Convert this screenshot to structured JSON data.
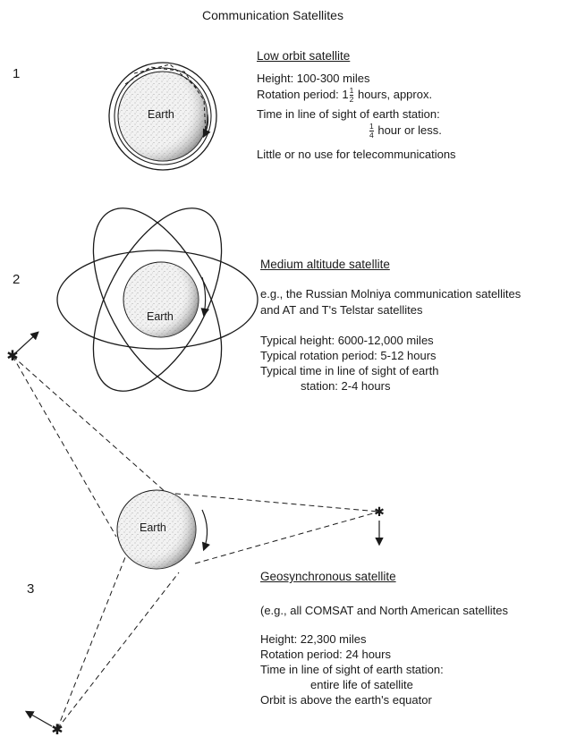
{
  "title": "Communication Satellites",
  "earth_label": "Earth",
  "sections": [
    {
      "number": "1",
      "heading": "Low orbit satellite",
      "lines": {
        "height": "Height: 100-300 miles",
        "rotation_prefix": "Rotation period: 1",
        "rotation_frac_num": "1",
        "rotation_frac_den": "2",
        "rotation_suffix": " hours, approx.",
        "los": "Time in line of sight of earth station:",
        "los_frac_num": "1",
        "los_frac_den": "4",
        "los_suffix": " hour or less.",
        "use": "Little or no use for telecommunications"
      }
    },
    {
      "number": "2",
      "heading": "Medium altitude satellite",
      "lines": [
        "e.g., the Russian Molniya communication satellites",
        "and AT and T's Telstar satellites",
        "Typical height: 6000-12,000 miles",
        "Typical rotation period: 5-12 hours",
        "Typical time in line of sight of earth",
        "station: 2-4 hours"
      ]
    },
    {
      "number": "3",
      "heading": "Geosynchronous satellite",
      "lines": [
        "(e.g., all COMSAT and North American satellites",
        "Height: 22,300 miles",
        "Rotation period: 24 hours",
        "Time in line of sight of earth station:",
        "entire life of satellite",
        "Orbit is above the earth's equator"
      ]
    }
  ],
  "colors": {
    "ink": "#1a1a1a",
    "earth_fill": "#f2f2f2",
    "shade": "#555555"
  }
}
